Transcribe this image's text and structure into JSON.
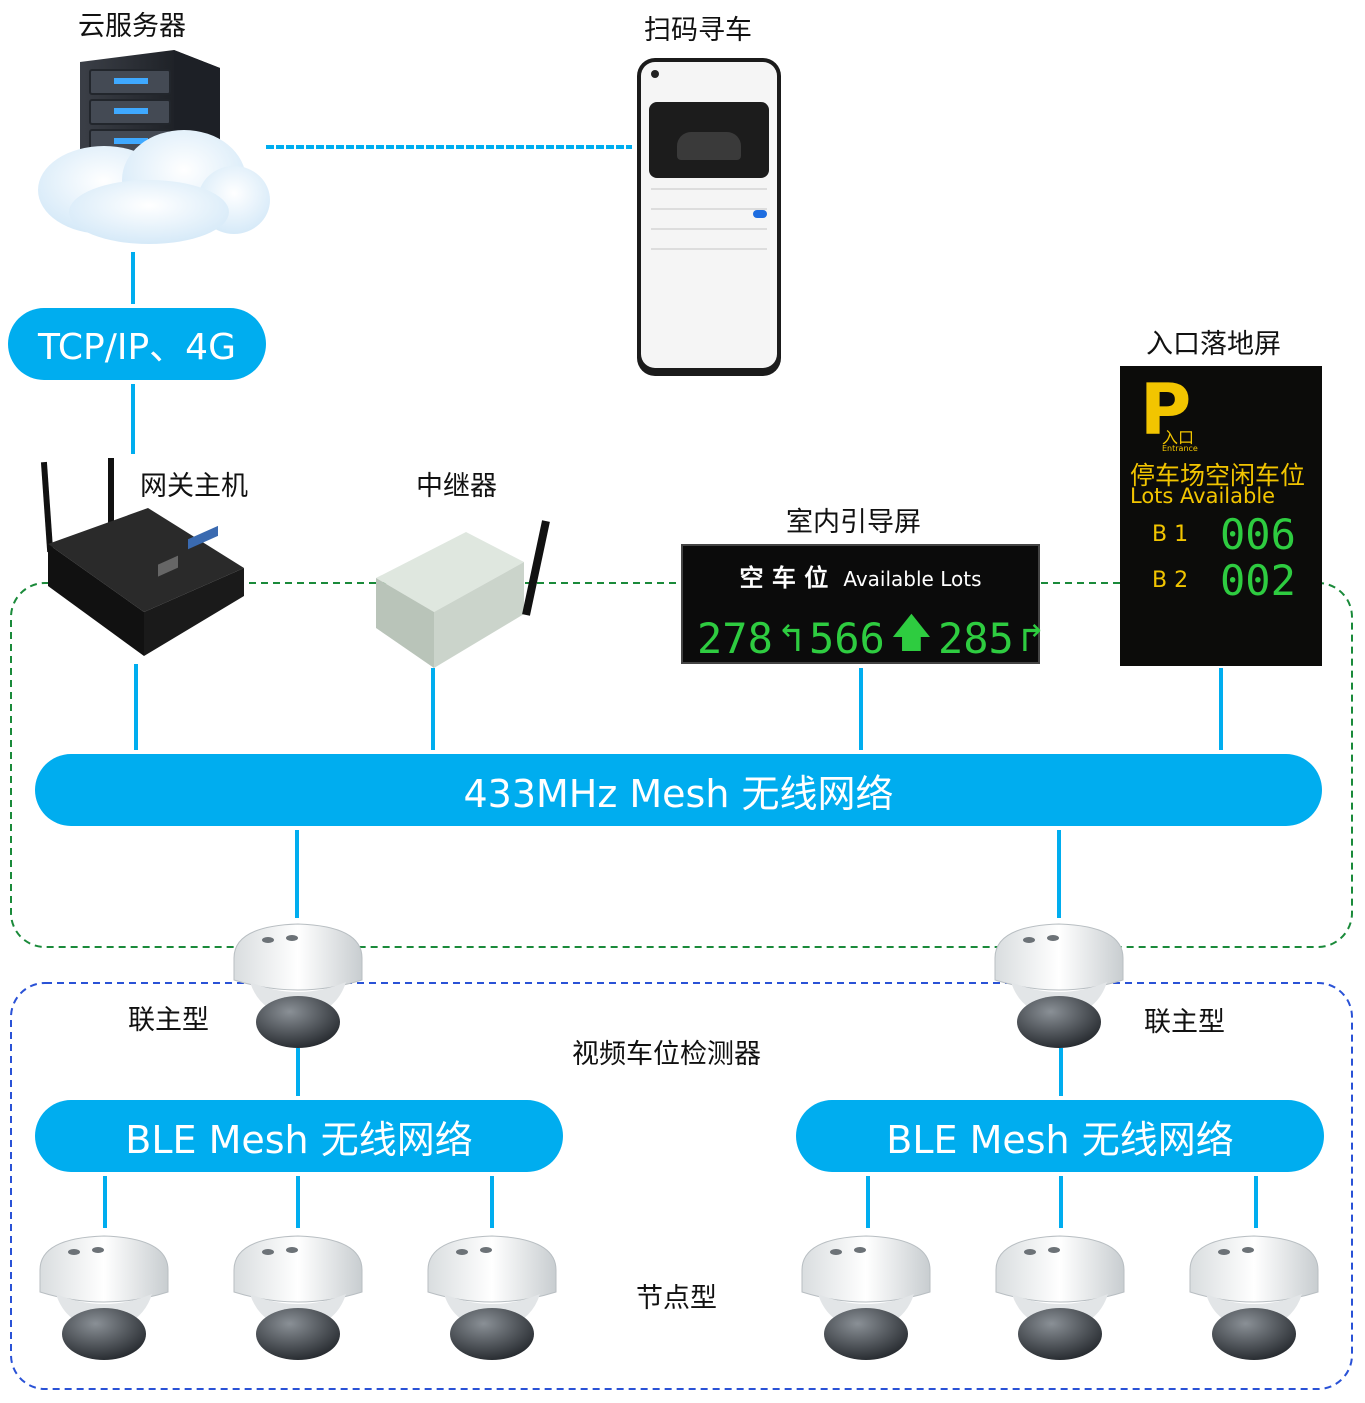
{
  "labels": {
    "cloud_server": "云服务器",
    "scan_find_car": "扫码寻车",
    "gateway": "网关主机",
    "repeater": "中继器",
    "indoor_screen": "室内引导屏",
    "entrance_screen": "入口落地屏",
    "master_left": "联主型",
    "master_right": "联主型",
    "video_detector": "视频车位检测器",
    "node_type": "节点型"
  },
  "pills": {
    "tcp": "TCP/IP、4G",
    "mesh433": "433MHz Mesh 无线网络",
    "ble_left": "BLE Mesh 无线网络",
    "ble_right": "BLE Mesh 无线网络"
  },
  "indoor_display": {
    "title_cn": "空 车 位",
    "title_en": "Available  Lots",
    "counts": [
      {
        "value": "278",
        "arrow": "turn-left"
      },
      {
        "value": "566",
        "arrow": "straight"
      },
      {
        "value": "285",
        "arrow": "turn-right"
      }
    ]
  },
  "entrance_display": {
    "logo_letter": "P",
    "logo_cn": "入口",
    "logo_en": "Entrance",
    "title_cn": "停车场空闲车位",
    "title_en": "Lots Available",
    "rows": [
      {
        "level": "B 1",
        "count": "006"
      },
      {
        "level": "B 2",
        "count": "002"
      }
    ]
  },
  "colors": {
    "accent": "#00adef",
    "green_dashed": "#1a8a3a",
    "blue_dashed": "#2a52d6",
    "led_green": "#2ecc40",
    "entrance_yellow": "#f2c500"
  }
}
